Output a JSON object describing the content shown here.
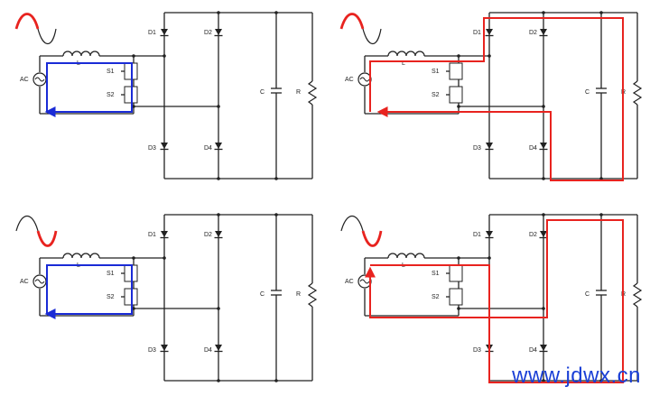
{
  "labels": {
    "source": "AC",
    "inductor": "L",
    "switch1": "S1",
    "switch2": "S2",
    "diode1": "D1",
    "diode2": "D2",
    "diode3": "D3",
    "diode4": "D4",
    "capacitor": "C",
    "resistor": "R"
  },
  "panels": [
    {
      "id": "top-left",
      "sine_half": "positive",
      "path_color": "#1a2bd6",
      "path": "switch-loop"
    },
    {
      "id": "top-right",
      "sine_half": "positive",
      "path_color": "#e8231f",
      "path": "d1-load-d4"
    },
    {
      "id": "bottom-left",
      "sine_half": "negative",
      "path_color": "#1a2bd6",
      "path": "switch-loop"
    },
    {
      "id": "bottom-right",
      "sine_half": "negative",
      "path_color": "#e8231f",
      "path": "d2-load-d3"
    }
  ],
  "colors": {
    "wire": "#222222",
    "red": "#e8231f",
    "blue": "#1a2bd6"
  },
  "watermark": "www.jdwx.cn"
}
